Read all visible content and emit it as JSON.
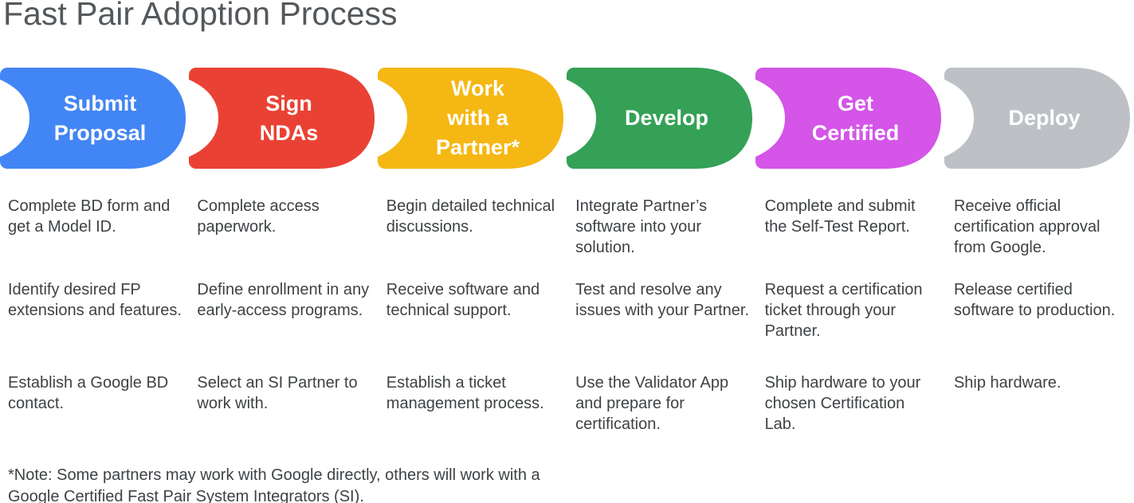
{
  "title": "Fast Pair Adoption Process",
  "footnote": "*Note: Some partners may work with Google directly, others will work with a Google Certified Fast Pair System Integrators (SI).",
  "stages": [
    {
      "label": "Submit Proposal",
      "label_lines": [
        "Submit",
        "Proposal"
      ],
      "color": "#4285f4",
      "items": [
        "Complete BD form and get a Model ID.",
        "Identify desired FP extensions and features.",
        "Establish a Google BD contact."
      ]
    },
    {
      "label": "Sign NDAs",
      "label_lines": [
        "Sign",
        "NDAs"
      ],
      "color": "#e94235",
      "items": [
        "Complete access paperwork.",
        "Define enrollment in any early-access programs.",
        "Select an SI Partner to work with."
      ]
    },
    {
      "label": "Work with a Partner*",
      "label_lines": [
        "Work",
        "with a",
        "Partner*"
      ],
      "color": "#f5b713",
      "items": [
        "Begin detailed technical discussions.",
        "Receive software and technical support.",
        "Establish a ticket management process."
      ]
    },
    {
      "label": "Develop",
      "label_lines": [
        "Develop"
      ],
      "color": "#34a156",
      "items": [
        "Integrate Partner’s software into your solution.",
        "Test and resolve any issues with your Partner.",
        "Use the Validator App and prepare for certification."
      ]
    },
    {
      "label": "Get Certified",
      "label_lines": [
        "Get",
        "Certified"
      ],
      "color": "#d455e8",
      "items": [
        "Complete and submit the Self-Test Report.",
        "Request a certification ticket through your Partner.",
        "Ship hardware to your chosen Certification Lab."
      ]
    },
    {
      "label": "Deploy",
      "label_lines": [
        "Deploy"
      ],
      "color": "#bdc1c6",
      "items": [
        "Receive official certification approval from Google.",
        "Release certified software to production.",
        "Ship hardware."
      ]
    }
  ]
}
